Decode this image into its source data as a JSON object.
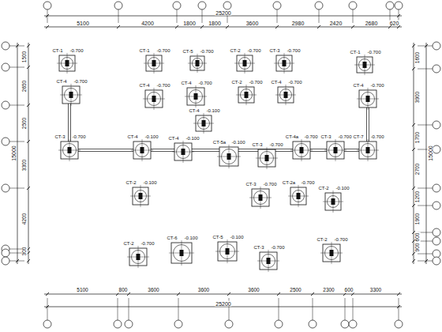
{
  "diagram": {
    "labels": [
      "5100",
      "4200",
      "1800",
      "1800",
      "3600",
      "2980",
      "2420",
      "2680",
      "620",
      "25200",
      "5100",
      "800",
      "3600",
      "3600",
      "3600",
      "2500",
      "2300",
      "600",
      "3300",
      "25200",
      "1500",
      "2650",
      "2500",
      "3300",
      "4200",
      "300",
      "15000",
      "1600",
      "3900",
      "1700",
      "2700",
      "1200",
      "1900",
      "600",
      "900",
      "15000",
      "CT-1",
      "-0.700",
      "CT-4",
      "-0.700",
      "CT-1",
      "-0.700",
      "CT-4",
      "-0.700",
      "CT-5",
      "-0.700",
      "CT-4",
      "-0.700",
      "CT-2",
      "-0.700",
      "CT-2",
      "-0.700",
      "CT-3",
      "-0.700",
      "CT-4",
      "-0.700",
      "CT-1",
      "-0.700",
      "CT-4",
      "-0.700",
      "CT-3",
      "-0.700",
      "CT-4",
      "-0.100",
      "CT-4",
      "-0.100",
      "CT-5a",
      "-0.100",
      "CT-3",
      "-0.700",
      "CT-4a",
      "-0.700",
      "CT-3",
      "-0.700",
      "CT-7",
      "-0.700",
      "CT-4",
      "-0.100",
      "CT-2",
      "-0.100",
      "CT-3",
      "-0.700",
      "CT-2a",
      "-0.700",
      "CT-2",
      "-0.100",
      "CT-2",
      "-0.700",
      "CT-6",
      "-0.100",
      "CT-5",
      "-0.100",
      "CT-3",
      "-0.700",
      "CT-2",
      "-0.700"
    ]
  }
}
